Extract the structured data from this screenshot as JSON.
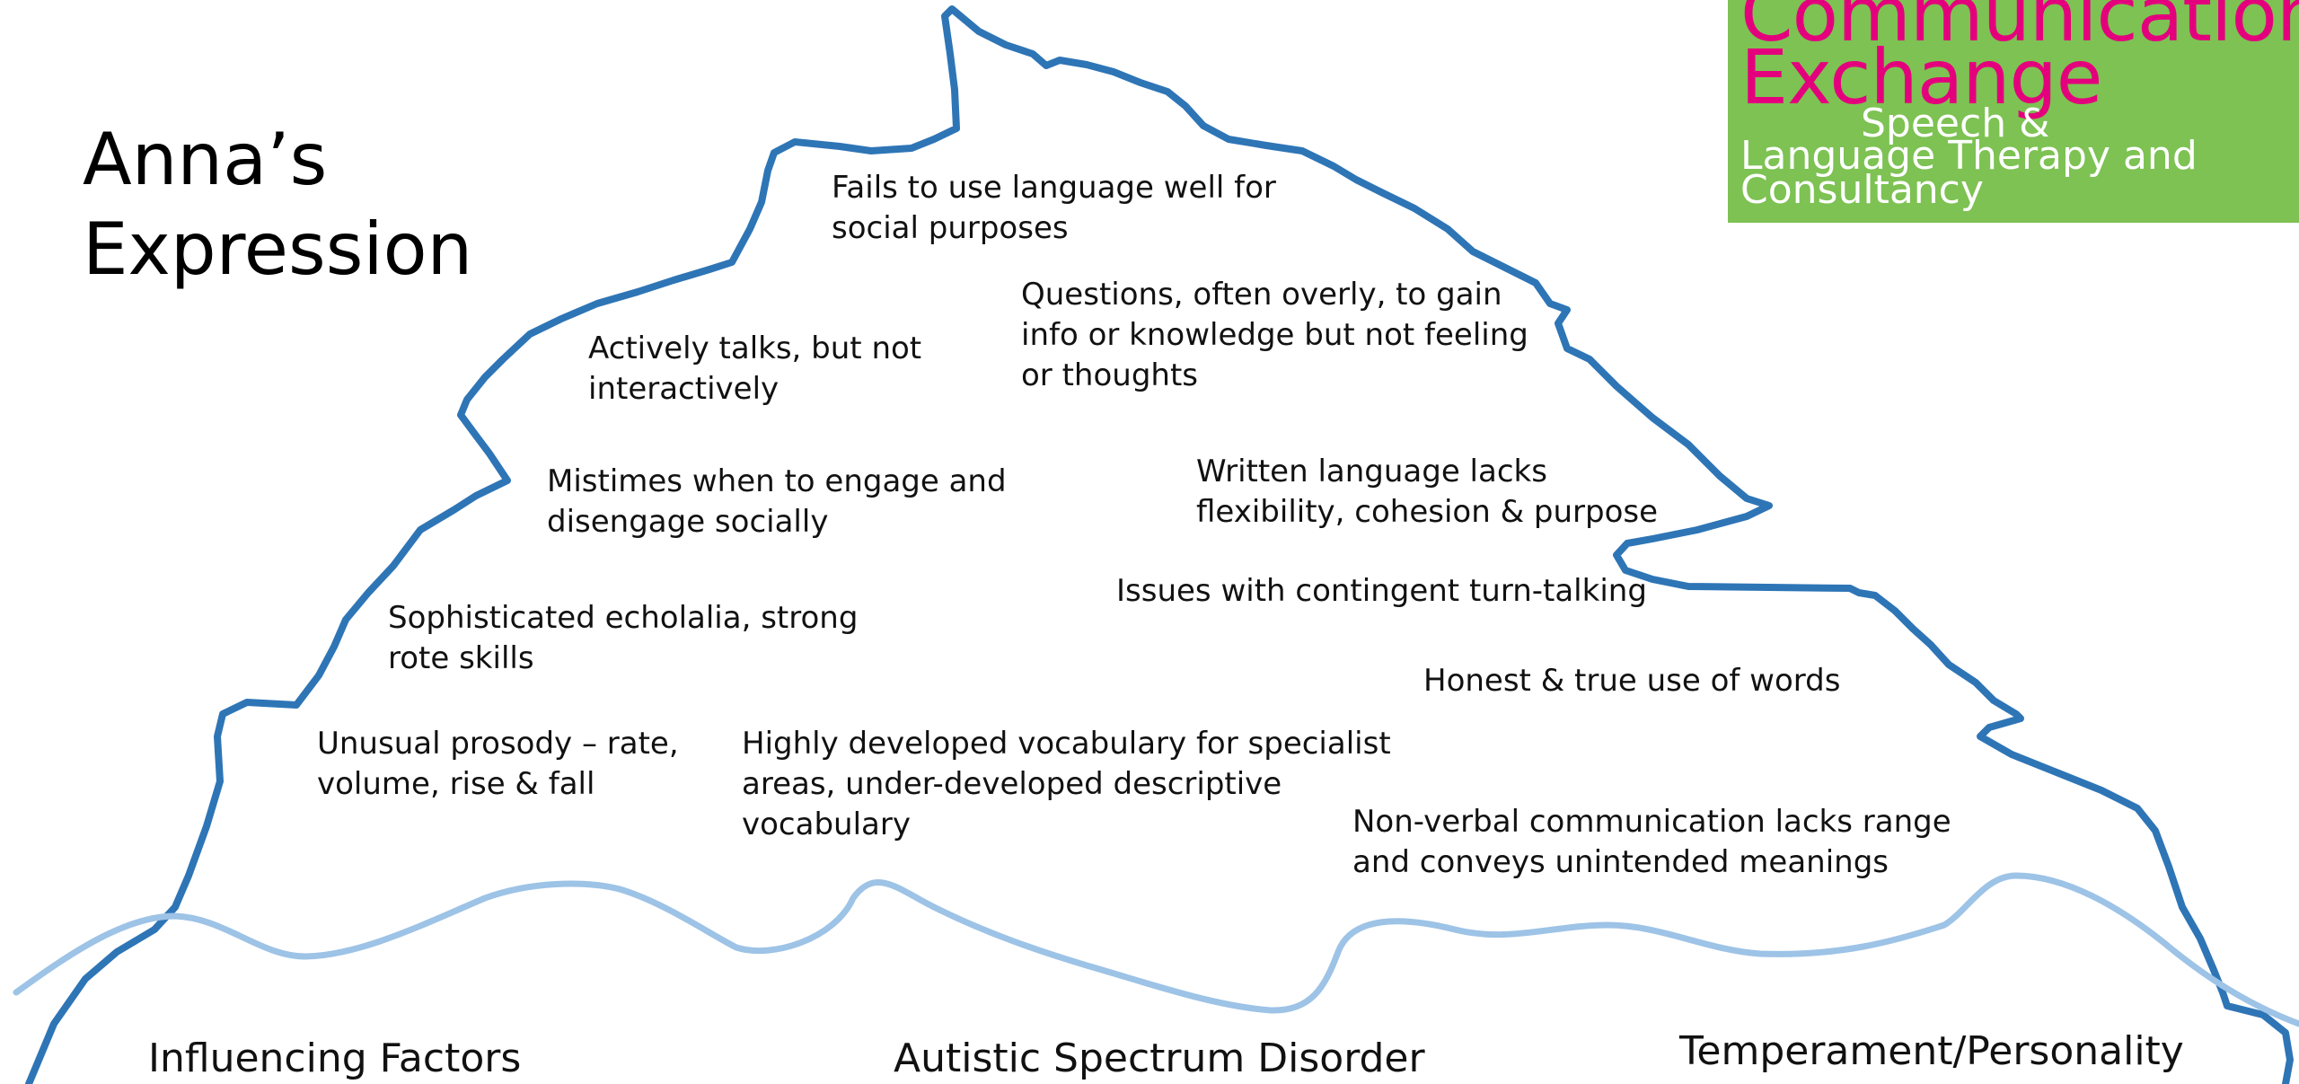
{
  "slide": {
    "title_lines": [
      "Anna’s",
      "Expression"
    ],
    "notes": [
      {
        "lines": [
          "Fails to use language well for",
          "social purposes"
        ]
      },
      {
        "lines": [
          "Questions, often overly,  to gain",
          "info or knowledge but not feeling",
          "or thoughts"
        ]
      },
      {
        "lines": [
          "Actively talks, but not",
          "interactively"
        ]
      },
      {
        "lines": [
          "Mistimes when to engage and",
          "disengage socially"
        ]
      },
      {
        "lines": [
          "Written language lacks",
          "flexibility, cohesion & purpose"
        ]
      },
      {
        "lines": [
          "Issues with  contingent turn-talking"
        ]
      },
      {
        "lines": [
          "Sophisticated echolalia, strong",
          "rote skills"
        ]
      },
      {
        "lines": [
          "Honest & true use of words"
        ]
      },
      {
        "lines": [
          "Unusual prosody – rate,",
          "volume, rise & fall"
        ]
      },
      {
        "lines": [
          "Highly developed vocabulary for specialist",
          "areas, under-developed descriptive",
          "vocabulary"
        ]
      },
      {
        "lines": [
          "Non-verbal communication lacks range",
          "and conveys unintended meanings"
        ]
      }
    ],
    "footer_labels": [
      "Influencing Factors",
      "Autistic Spectrum Disorder",
      "Temperament/Personality"
    ]
  },
  "logo": {
    "line1": "Communication",
    "line2": "Exchange",
    "line3": "Speech &",
    "line4": "Language Therapy and",
    "line5": "Consultancy"
  },
  "colors": {
    "iceberg_outline": "#2e75b6",
    "water_line": "#9dc3e6",
    "logo_background": "#7dc253",
    "logo_text": "#e4007d"
  }
}
